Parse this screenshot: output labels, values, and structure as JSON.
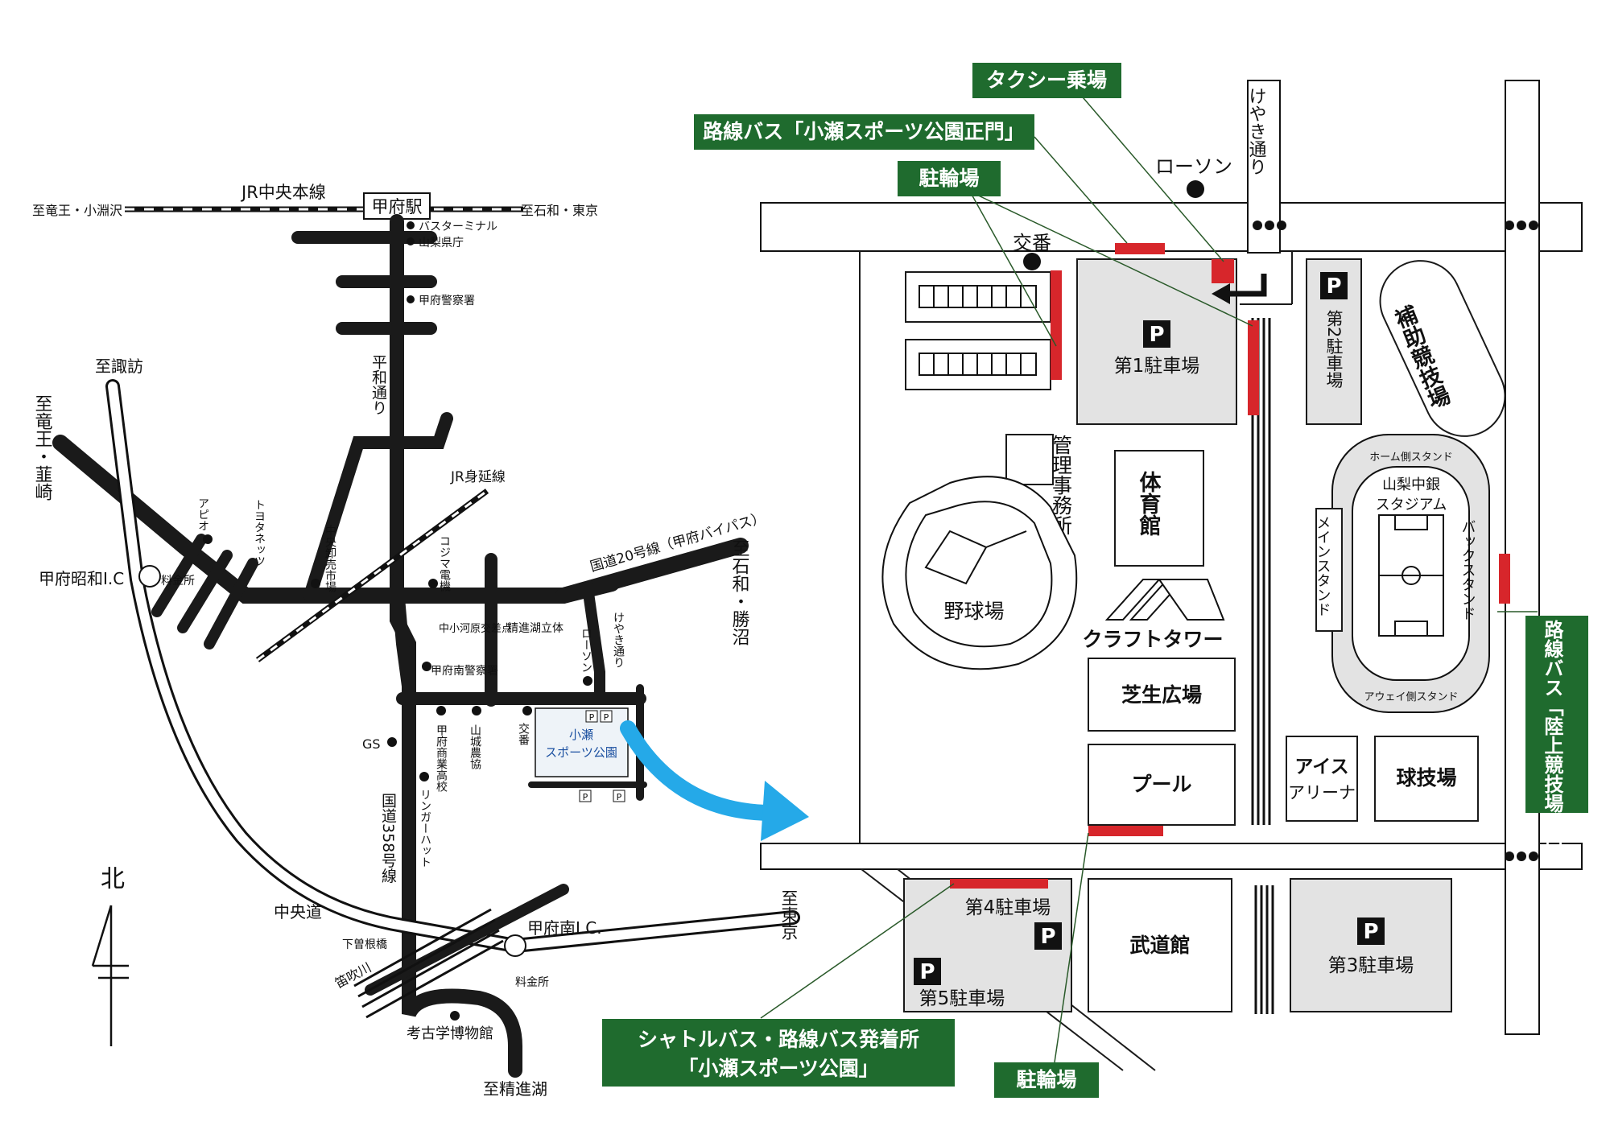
{
  "colors": {
    "green_label": "#1f6b2e",
    "red_marker": "#d7262b",
    "route_arrow": "#25a9e8",
    "park_label": "#1a4fa0",
    "building_fill": "#e3e3e3"
  },
  "area_map": {
    "jr_chuo_line": "JR中央本線",
    "station": "甲府駅",
    "west_direction": "至竜王・小淵沢",
    "east_direction": "至石和・東京",
    "station_landmarks": [
      "バスターミナル",
      "山梨県庁",
      "甲府警察署"
    ],
    "heiwa_dori": "平和通り",
    "jr_minobu_line": "JR身延線",
    "to_suwa": "至諏訪",
    "to_ryuo_nirasaki": "至竜王・韮崎",
    "kofu_showa_ic": "甲府昭和I.C",
    "tollgate_west": "料金所",
    "apio": "アピオ",
    "toyota_netz": "トヨタネッツ",
    "central_market": "中央卸売市場",
    "kojima_denki": "コジマ電機",
    "route20": "国道20号線（甲府バイパス）",
    "to_isawa_katsunuma": "至石和・勝沼",
    "lawson": "ローソン",
    "keyaki_dori": "けやき通り",
    "nakakogawara": "中小河原交差点",
    "shojinko_rittai": "精進湖立体",
    "kofu_minami_police": "甲府南警察署",
    "koban": "交番",
    "yamashiro_nokyo": "山城農協",
    "kofu_shogyo": "甲府商業高校",
    "ringer_hut": "リンガーハット",
    "gs": "GS",
    "route358": "国道358号線",
    "park_name_line1": "小瀬",
    "park_name_line2": "スポーツ公園",
    "parking_mark": "P",
    "north": "北",
    "chuo_expressway": "中央道",
    "kofu_minami_ic": "甲府南I.C.",
    "tollgate_east": "料金所",
    "to_tokyo": "至東京",
    "shimosone_bridge": "下曽根橋",
    "fuefuki_river": "笛吹川",
    "archaeology_museum": "考古学博物館",
    "to_shojinko": "至精進湖"
  },
  "park_map": {
    "taxi_stand": "タクシー乗場",
    "bus_main_gate": "路線バス「小瀬スポーツ公園正門」",
    "bicycle_north": "駐輪場",
    "lawson": "ローソン",
    "keyaki_dori": "けやき通り",
    "koban": "交番",
    "parking_mark": "P",
    "parking1": "第1駐車場",
    "parking2": "第2駐車場",
    "hojo_kyogijo": "補助競技場",
    "kanri_jimusho": "管理事務所",
    "taiikukan": "体育館",
    "yakyujo": "野球場",
    "craft_tower": "クラフトタワー",
    "shibafu_hiroba": "芝生広場",
    "pool": "プール",
    "home_stand": "ホーム側スタンド",
    "stadium_line1": "山梨中銀",
    "stadium_line2": "スタジアム",
    "main_stand": "メインスタンド",
    "back_stand": "バックスタンド",
    "away_stand": "アウェイ側スタンド",
    "ice_arena_line1": "アイス",
    "ice_arena_line2": "アリーナ",
    "kyugijo": "球技場",
    "bus_rikujo": "路線バス「陸上競技場入口」",
    "parking4": "第4駐車場",
    "parking5": "第5駐車場",
    "budokan": "武道館",
    "parking3": "第3駐車場",
    "shuttle_line1": "シャトルバス・路線バス発着所",
    "shuttle_line2": "「小瀬スポーツ公園」",
    "bicycle_south": "駐輪場"
  }
}
